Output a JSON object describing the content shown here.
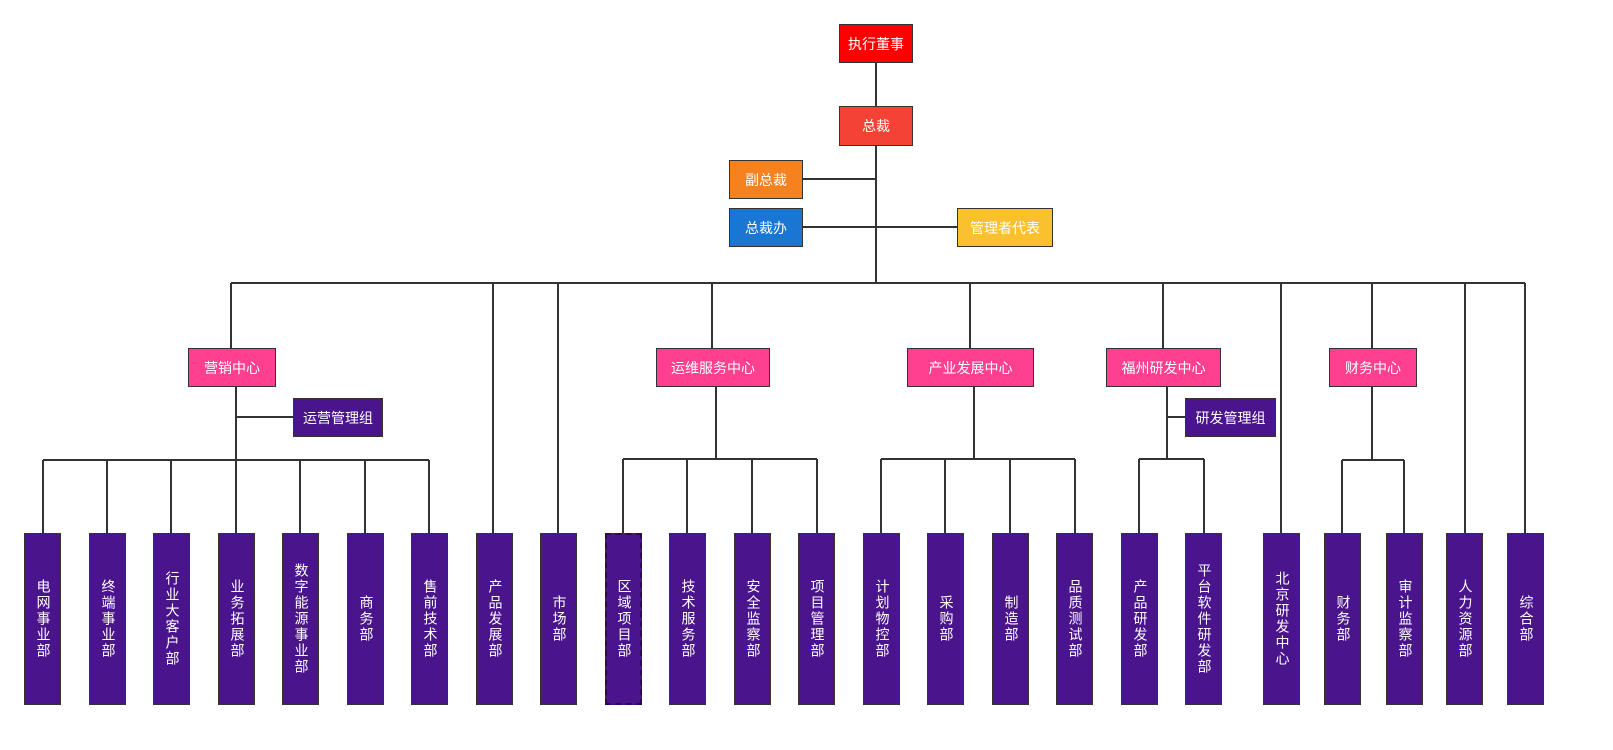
{
  "colors": {
    "exec": "#ff0000",
    "president": "#f44336",
    "vp": "#f5821f",
    "office": "#1976d2",
    "rep": "#fbc02d",
    "center": "#ff3f8f",
    "group": "#4a148c",
    "dept": "#4a148c",
    "line": "#333333"
  },
  "top": {
    "exec": "执行董事",
    "president": "总裁",
    "vp": "副总裁",
    "office": "总裁办",
    "rep": "管理者代表"
  },
  "centers": {
    "marketing": "营销中心",
    "operations": "运维服务中心",
    "industry": "产业发展中心",
    "fuzhou_rd": "福州研发中心",
    "finance": "财务中心"
  },
  "groups": {
    "ops_mgmt": "运营管理组",
    "rd_mgmt": "研发管理组"
  },
  "departments": [
    "电网事业部",
    "终端事业部",
    "行业大客户部",
    "业务拓展部",
    "数字能源事业部",
    "商务部",
    "售前技术部",
    "产品发展部",
    "市场部",
    "区域项目部",
    "技术服务部",
    "安全监察部",
    "项目管理部",
    "计划物控部",
    "采购部",
    "制造部",
    "品质测试部",
    "产品研发部",
    "平台软件研发部",
    "北京研发中心",
    "财务部",
    "审计监察部",
    "人力资源部",
    "综合部"
  ]
}
